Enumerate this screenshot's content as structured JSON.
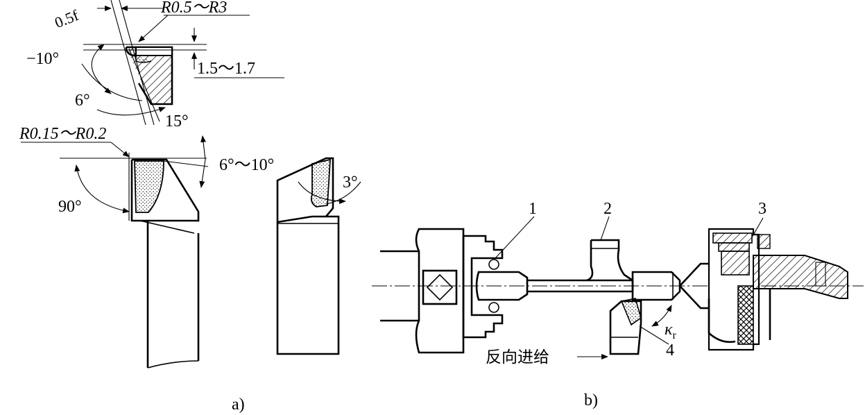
{
  "figure_a": {
    "caption": "a)",
    "labels": {
      "feed": "0.5f",
      "radius_top": "R0.5～R3",
      "neg_angle": "−10°",
      "depth": "1.5～1.7",
      "angle_6": "6°",
      "angle_15": "15°",
      "radius_tip": "R0.15～R0.2",
      "angle_range": "6°～10°",
      "angle_90": "90°",
      "angle_3": "3°"
    }
  },
  "figure_b": {
    "caption": "b)",
    "labels": {
      "part_1": "1",
      "part_2": "2",
      "part_3": "3",
      "part_4": "4",
      "kappa": "κ",
      "kappa_sub": "r",
      "reverse_feed": "反向进给"
    }
  }
}
